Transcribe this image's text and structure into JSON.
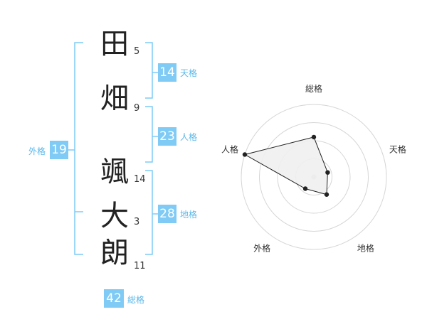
{
  "characters": [
    {
      "char": "田",
      "strokes": "5"
    },
    {
      "char": "畑",
      "strokes": "9"
    },
    {
      "char": "颯",
      "strokes": "14"
    },
    {
      "char": "大",
      "strokes": "3"
    },
    {
      "char": "朗",
      "strokes": "11"
    }
  ],
  "kaku": {
    "ten": {
      "label": "天格",
      "value": "14"
    },
    "jin": {
      "label": "人格",
      "value": "23"
    },
    "chi": {
      "label": "地格",
      "value": "28"
    },
    "gai": {
      "label": "外格",
      "value": "19"
    },
    "sou": {
      "label": "総格",
      "value": "42"
    }
  },
  "chart_data": {
    "type": "radar",
    "axes": [
      "総格",
      "天格",
      "地格",
      "外格",
      "人格"
    ],
    "values": [
      0.55,
      0.2,
      0.3,
      0.2,
      1.0
    ],
    "max": 1.0,
    "rings": 4
  },
  "colors": {
    "accent": "#7fcbf6",
    "accent_text": "#5ab8ea",
    "bracket": "#7fcbf6",
    "radar_fill": "#f0f0f0",
    "radar_line": "#222222",
    "ring": "#d6d6d6"
  }
}
